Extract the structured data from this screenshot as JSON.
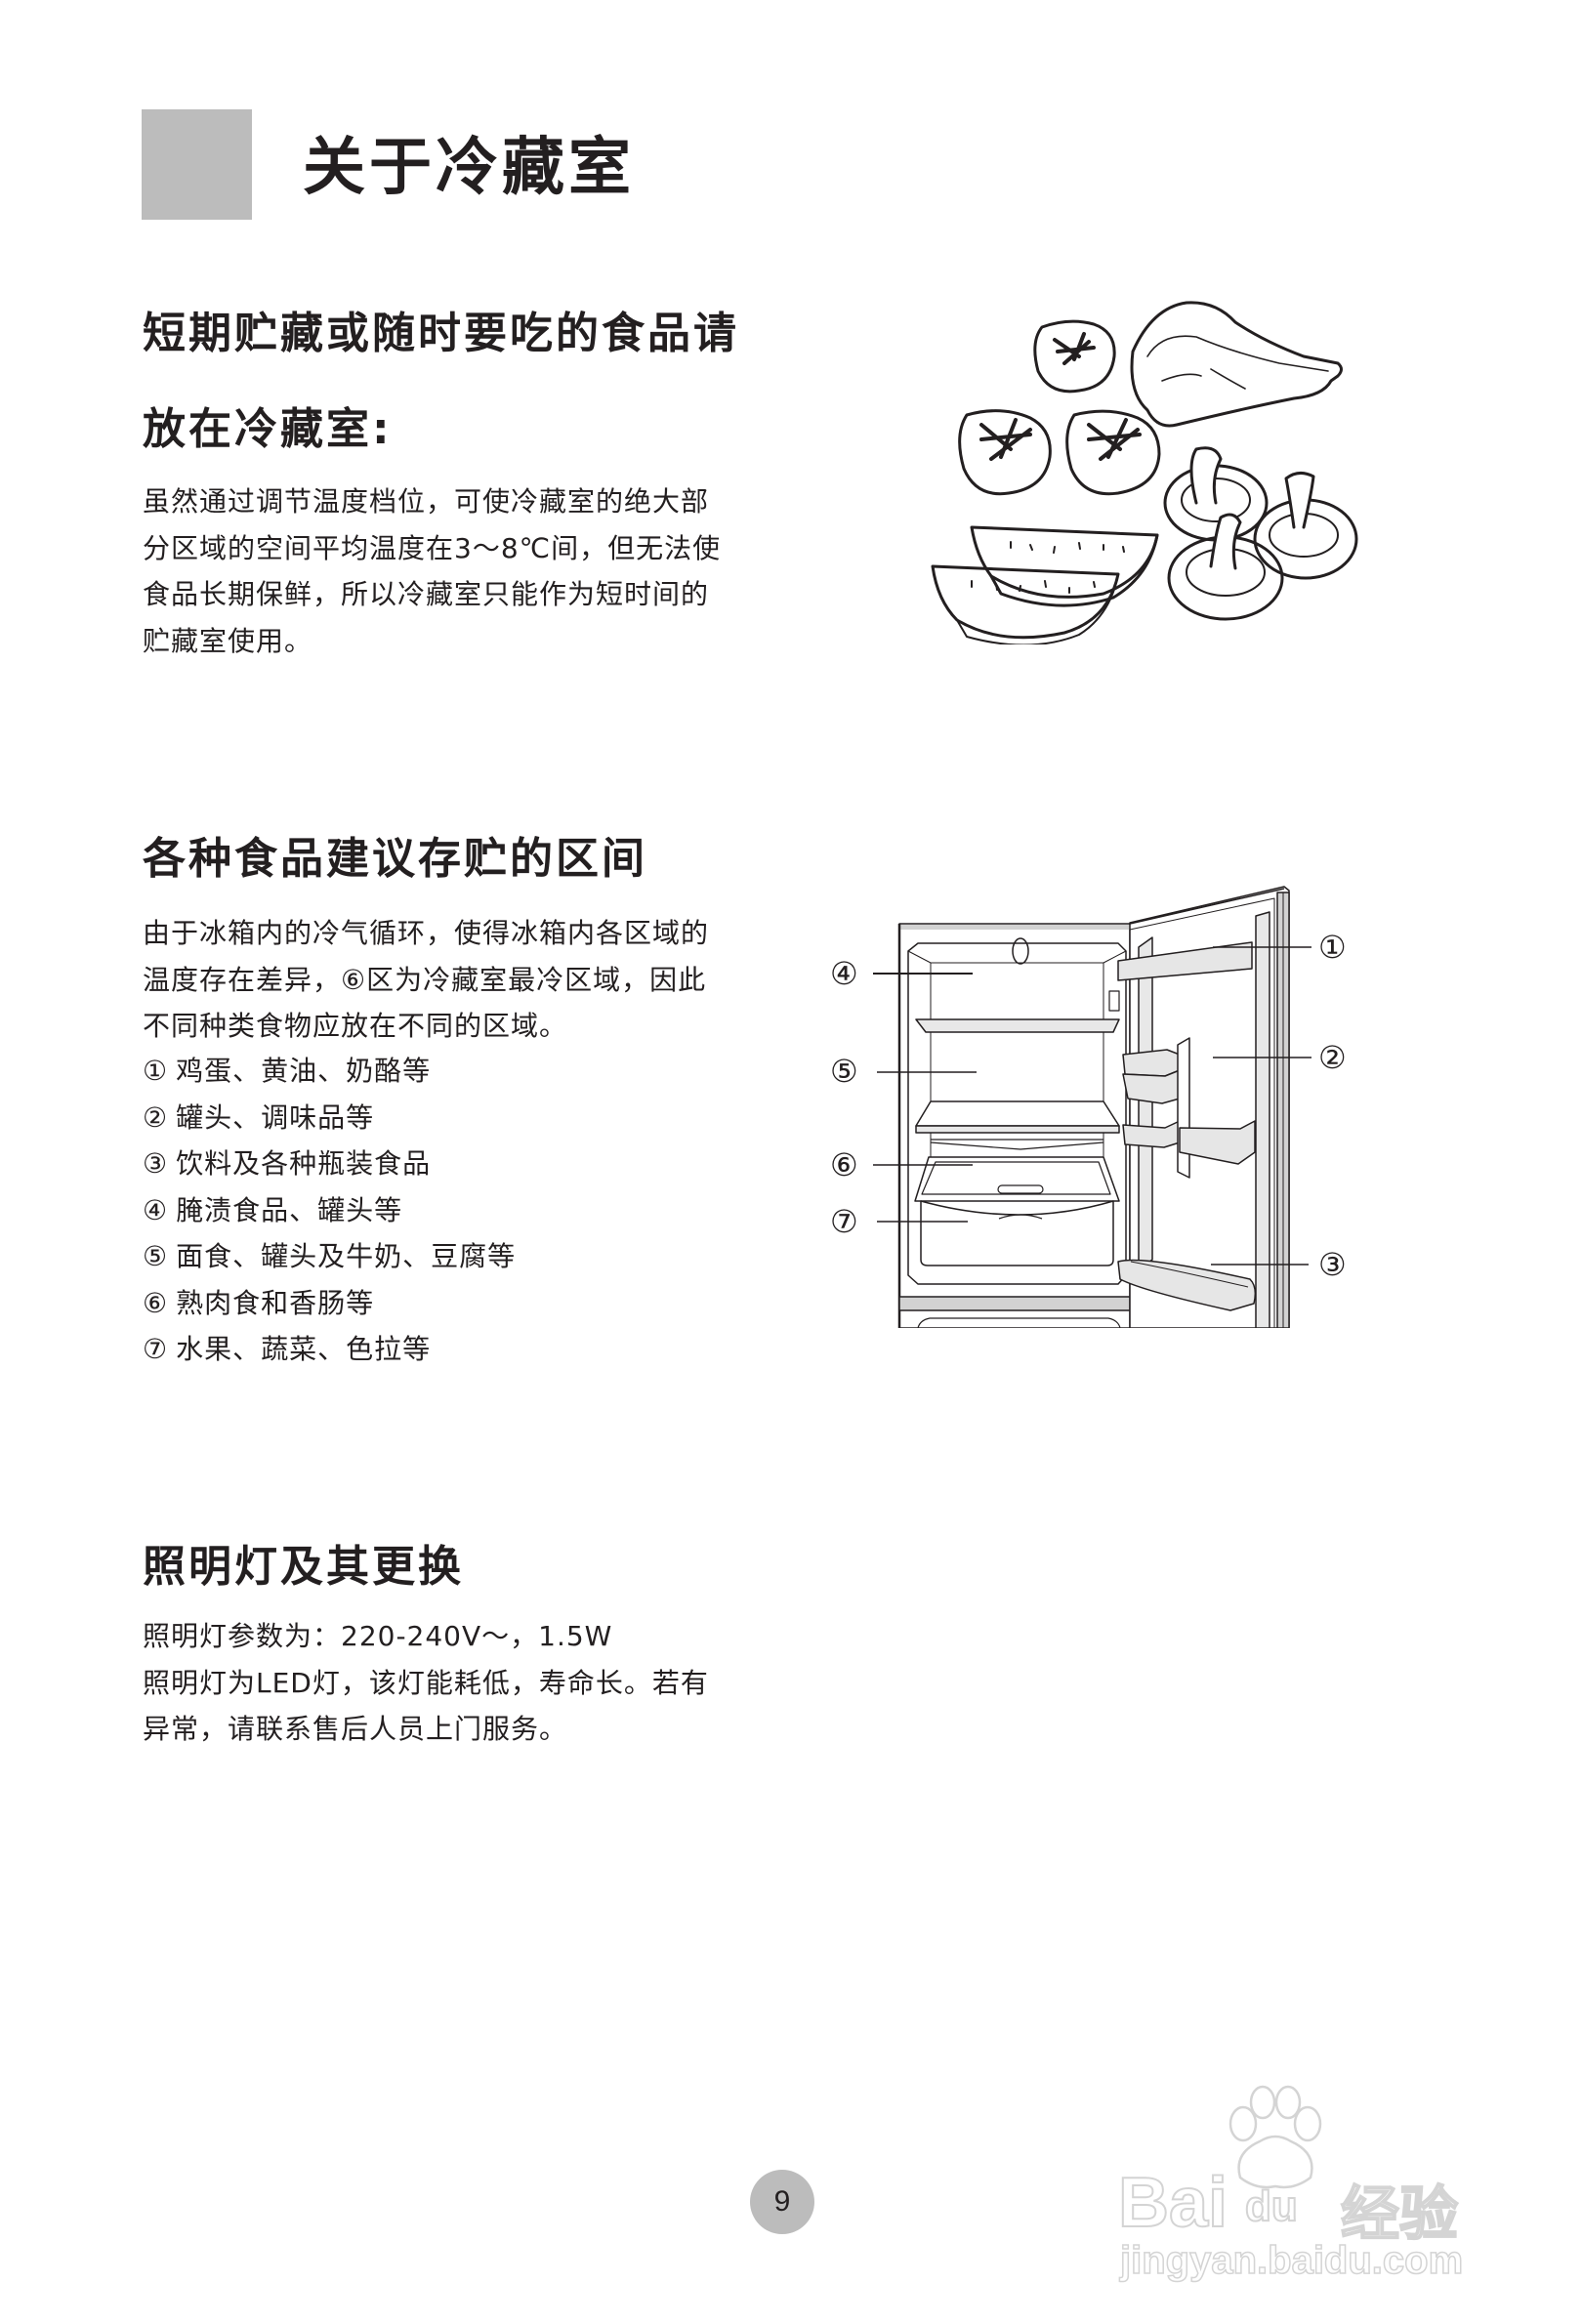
{
  "page": {
    "title": "关于冷藏室",
    "page_number": "9"
  },
  "section1": {
    "heading_line1": "短期贮藏或随时要吃的食品请",
    "heading_line2": "放在冷藏室:",
    "body_lines": [
      "虽然通过调节温度档位，可使冷藏室的绝大部",
      "分区域的空间平均温度在3～8℃间，但无法使",
      "食品长期保鲜，所以冷藏室只能作为短时间的",
      "贮藏室使用。"
    ],
    "illustration": "food-illustration (tomatoes, meat, mushrooms, watermelon slices)"
  },
  "section2": {
    "heading": "各种食品建议存贮的区间",
    "body_lines": [
      "由于冰箱内的冷气循环，使得冰箱内各区域的",
      "温度存在差异，⑥区为冷藏室最冷区域，因此",
      "不同种类食物应放在不同的区域。"
    ],
    "zones": [
      {
        "num": "①",
        "text": "鸡蛋、黄油、奶酪等"
      },
      {
        "num": "②",
        "text": "罐头、调味品等"
      },
      {
        "num": "③",
        "text": "饮料及各种瓶装食品"
      },
      {
        "num": "④",
        "text": "腌渍食品、罐头等"
      },
      {
        "num": "⑤",
        "text": "面食、罐头及牛奶、豆腐等"
      },
      {
        "num": "⑥",
        "text": "熟肉食和香肠等"
      },
      {
        "num": "⑦",
        "text": "水果、蔬菜、色拉等"
      }
    ],
    "diagram_callouts": {
      "left": [
        "④",
        "⑤",
        "⑥",
        "⑦"
      ],
      "right": [
        "①",
        "②",
        "③"
      ]
    }
  },
  "section3": {
    "heading": "照明灯及其更换",
    "body_lines": [
      "照明灯参数为：220-240V～，1.5W",
      "照明灯为LED灯，该灯能耗低，寿命长。若有",
      "异常，请联系售后人员上门服务。"
    ]
  },
  "watermark": {
    "brand_left": "Bai",
    "brand_paw": "du",
    "brand_right": "经验",
    "url": "jingyan.baidu.com"
  },
  "colors": {
    "accent_grey": "#bcbcbc",
    "text": "#231f20",
    "line": "#231f20"
  }
}
